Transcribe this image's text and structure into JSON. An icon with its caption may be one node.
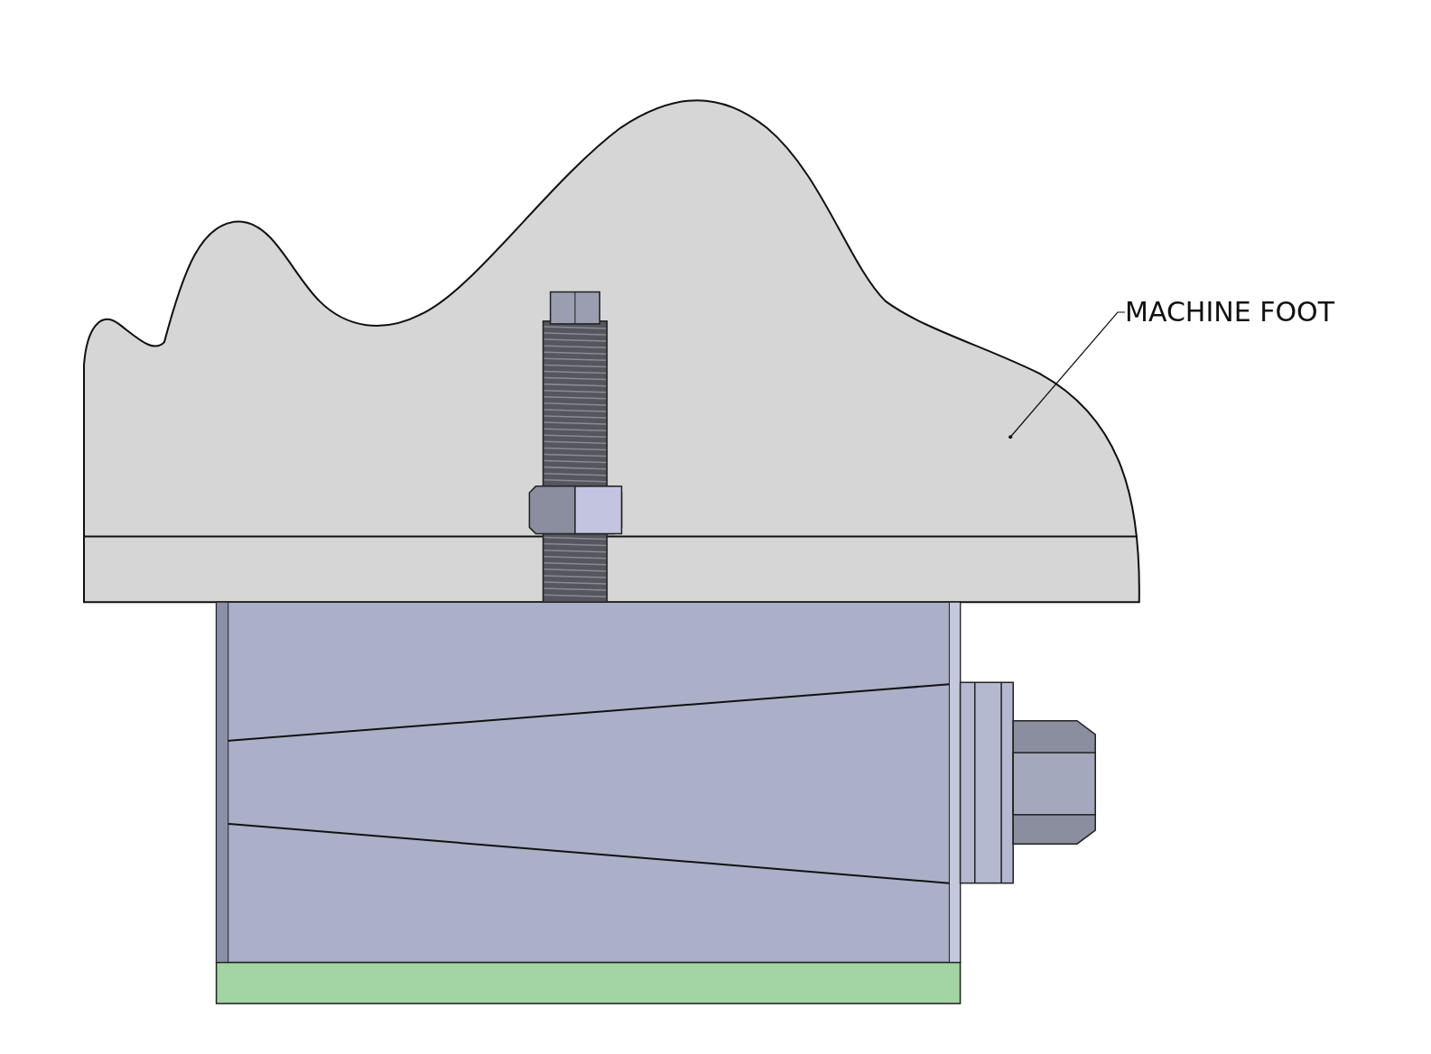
{
  "diagram": {
    "nodes": [
      {
        "text": [
          "MACHINE FOOT"
        ]
      },
      {
        "text": [],
        "shape": "picture"
      }
    ],
    "edges": [
      {
        "from": 0,
        "to": 1,
        "arrow": "other"
      }
    ]
  }
}
